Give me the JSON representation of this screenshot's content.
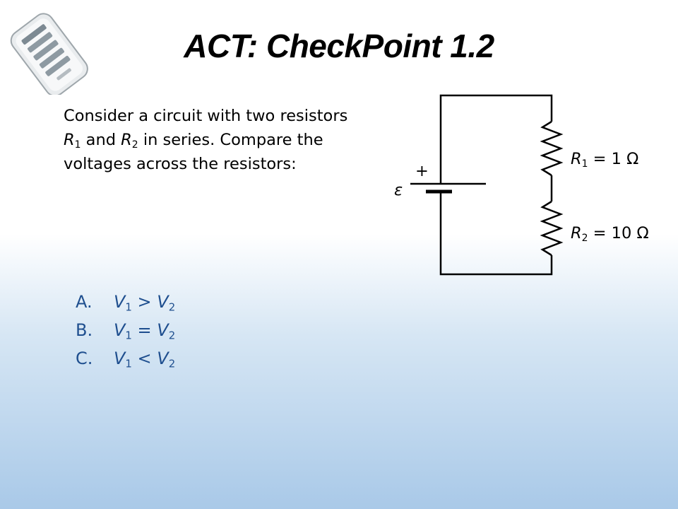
{
  "title": "ACT: CheckPoint 1.2",
  "question": {
    "line1": "Consider a circuit with two resistors",
    "r1": "R",
    "r1_sub": "1",
    "and": " and ",
    "r2": "R",
    "r2_sub": "2",
    "line2_rest": " in series. Compare the",
    "line3": "voltages across the resistors:"
  },
  "choices": [
    {
      "letter": "A.",
      "left": "V",
      "left_sub": "1",
      "op": " > ",
      "right": "V",
      "right_sub": "2"
    },
    {
      "letter": "B.",
      "left": "V",
      "left_sub": "1",
      "op": " = ",
      "right": "V",
      "right_sub": "2"
    },
    {
      "letter": "C.",
      "left": "V",
      "left_sub": "1",
      "op": " < ",
      "right": "V",
      "right_sub": "2"
    }
  ],
  "circuit": {
    "battery_plus": "+",
    "emf_symbol": "ε",
    "r1_label": {
      "name": "R",
      "sub": "1",
      "value": " = 1 Ω"
    },
    "r2_label": {
      "name": "R",
      "sub": "2",
      "value": " = 10 Ω"
    }
  },
  "colors": {
    "choice_text": "#1f4f8f",
    "background_bottom": "#a9c9e8"
  },
  "icons": {
    "logo": "iclicker-remote-icon"
  }
}
